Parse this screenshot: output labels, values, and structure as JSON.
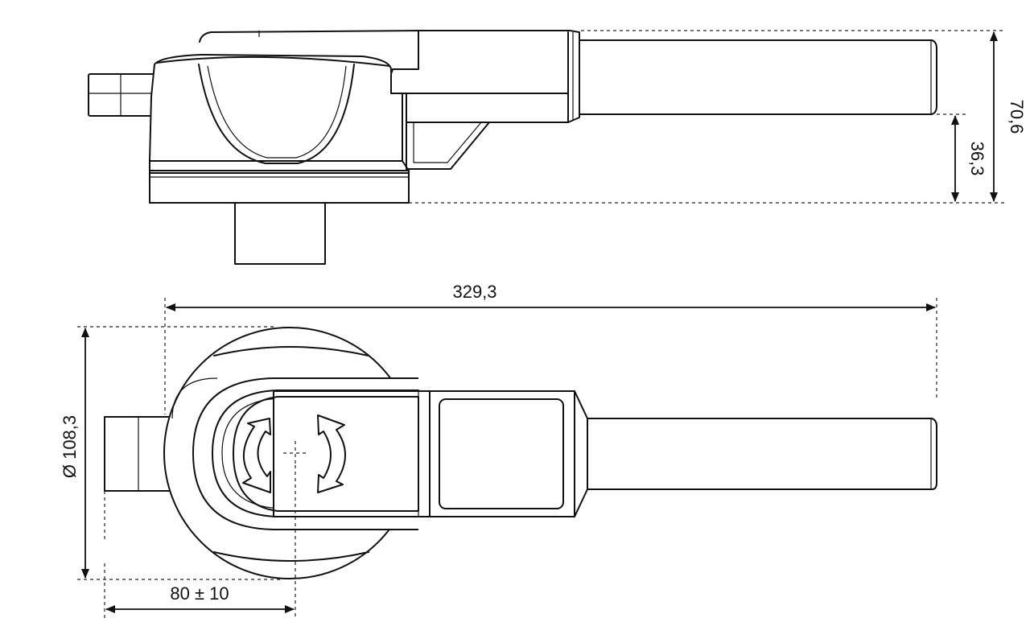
{
  "colors": {
    "line": "#111111",
    "background": "#ffffff"
  },
  "dimensions": {
    "height_total": "70,6",
    "height_partial": "36,3",
    "length_total": "329,3",
    "diameter": "Ø 108,3",
    "offset": "80 ± 10"
  },
  "icons": [
    "rotation-arrow-left-icon",
    "rotation-arrow-right-icon",
    "center-crosshair-icon"
  ]
}
